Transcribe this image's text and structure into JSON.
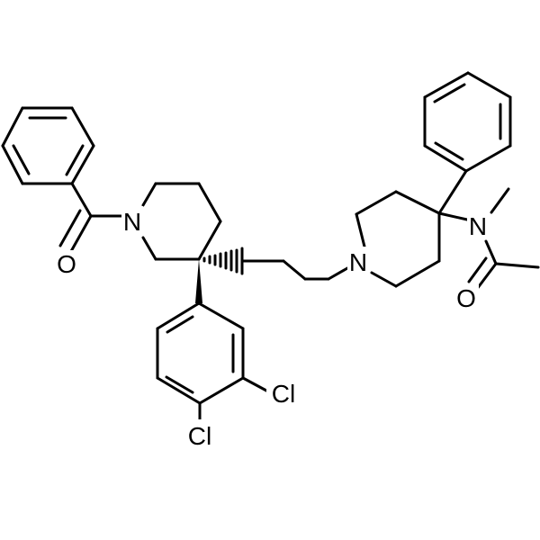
{
  "molecule": {
    "atom_labels": {
      "n_benzoyl_piperidine": "N",
      "o_benzoyl": "O",
      "n_piperidine_2": "N",
      "n_acetamide": "N",
      "o_acetamide": "O",
      "cl_meta": "Cl",
      "cl_para": "Cl"
    },
    "colors": {
      "bond": "#000000",
      "background": "#ffffff"
    }
  }
}
